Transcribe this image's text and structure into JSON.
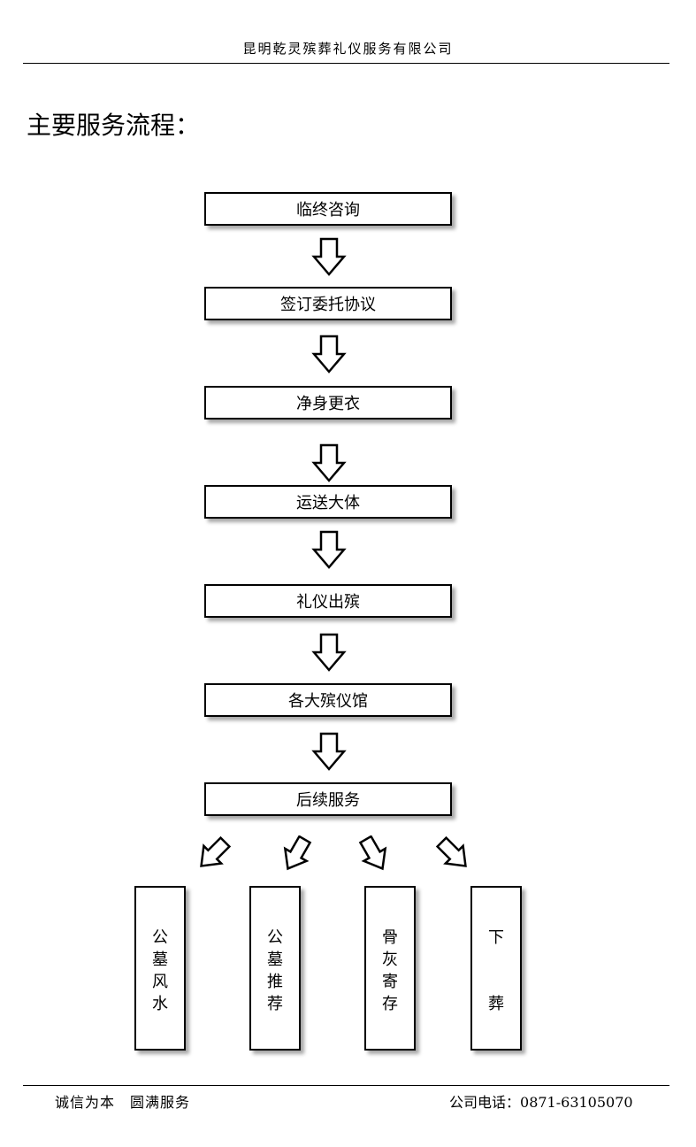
{
  "header": {
    "company_name": "昆明乾灵殡葬礼仪服务有限公司"
  },
  "section": {
    "title": "主要服务流程："
  },
  "flow_steps": [
    {
      "label": "临终咨询"
    },
    {
      "label": "签订委托协议"
    },
    {
      "label": "净身更衣"
    },
    {
      "label": "运送大体"
    },
    {
      "label": "礼仪出殡"
    },
    {
      "label": "各大殡仪馆"
    },
    {
      "label": "后续服务"
    }
  ],
  "sub_services": [
    {
      "chars": [
        "公",
        "墓",
        "风",
        "水"
      ]
    },
    {
      "chars": [
        "公",
        "墓",
        "推",
        "荐"
      ]
    },
    {
      "chars": [
        "骨",
        "灰",
        "寄",
        "存"
      ]
    },
    {
      "chars": [
        "下",
        "",
        "",
        "葬"
      ]
    }
  ],
  "footer": {
    "slogan": "诚信为本　圆满服务",
    "phone_label": "公司电话：",
    "phone_number": "0871-63105070"
  }
}
